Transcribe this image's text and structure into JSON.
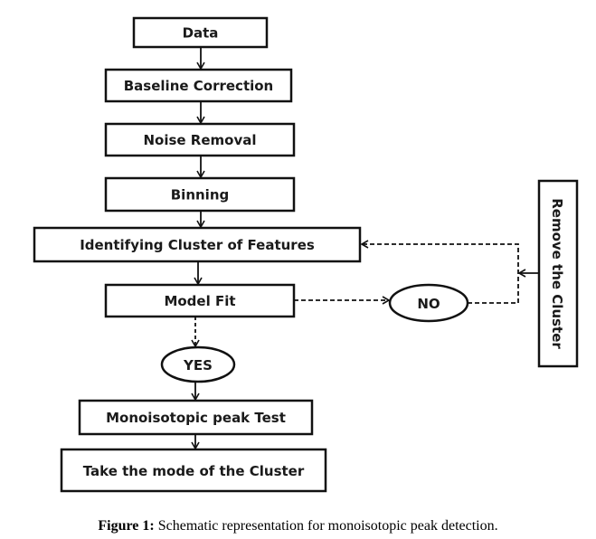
{
  "diagram": {
    "nodes": {
      "data": "Data",
      "baseline": "Baseline Correction",
      "noise": "Noise Removal",
      "binning": "Binning",
      "identify": "Identifying Cluster of Features",
      "model_fit": "Model Fit",
      "no": "NO",
      "yes": "YES",
      "remove": "Remove the Cluster",
      "mono": "Monoisotopic peak Test",
      "mode": "Take the mode of the Cluster"
    }
  },
  "caption": {
    "label": "Figure 1:",
    "text": " Schematic representation for monoisotopic peak detection."
  }
}
